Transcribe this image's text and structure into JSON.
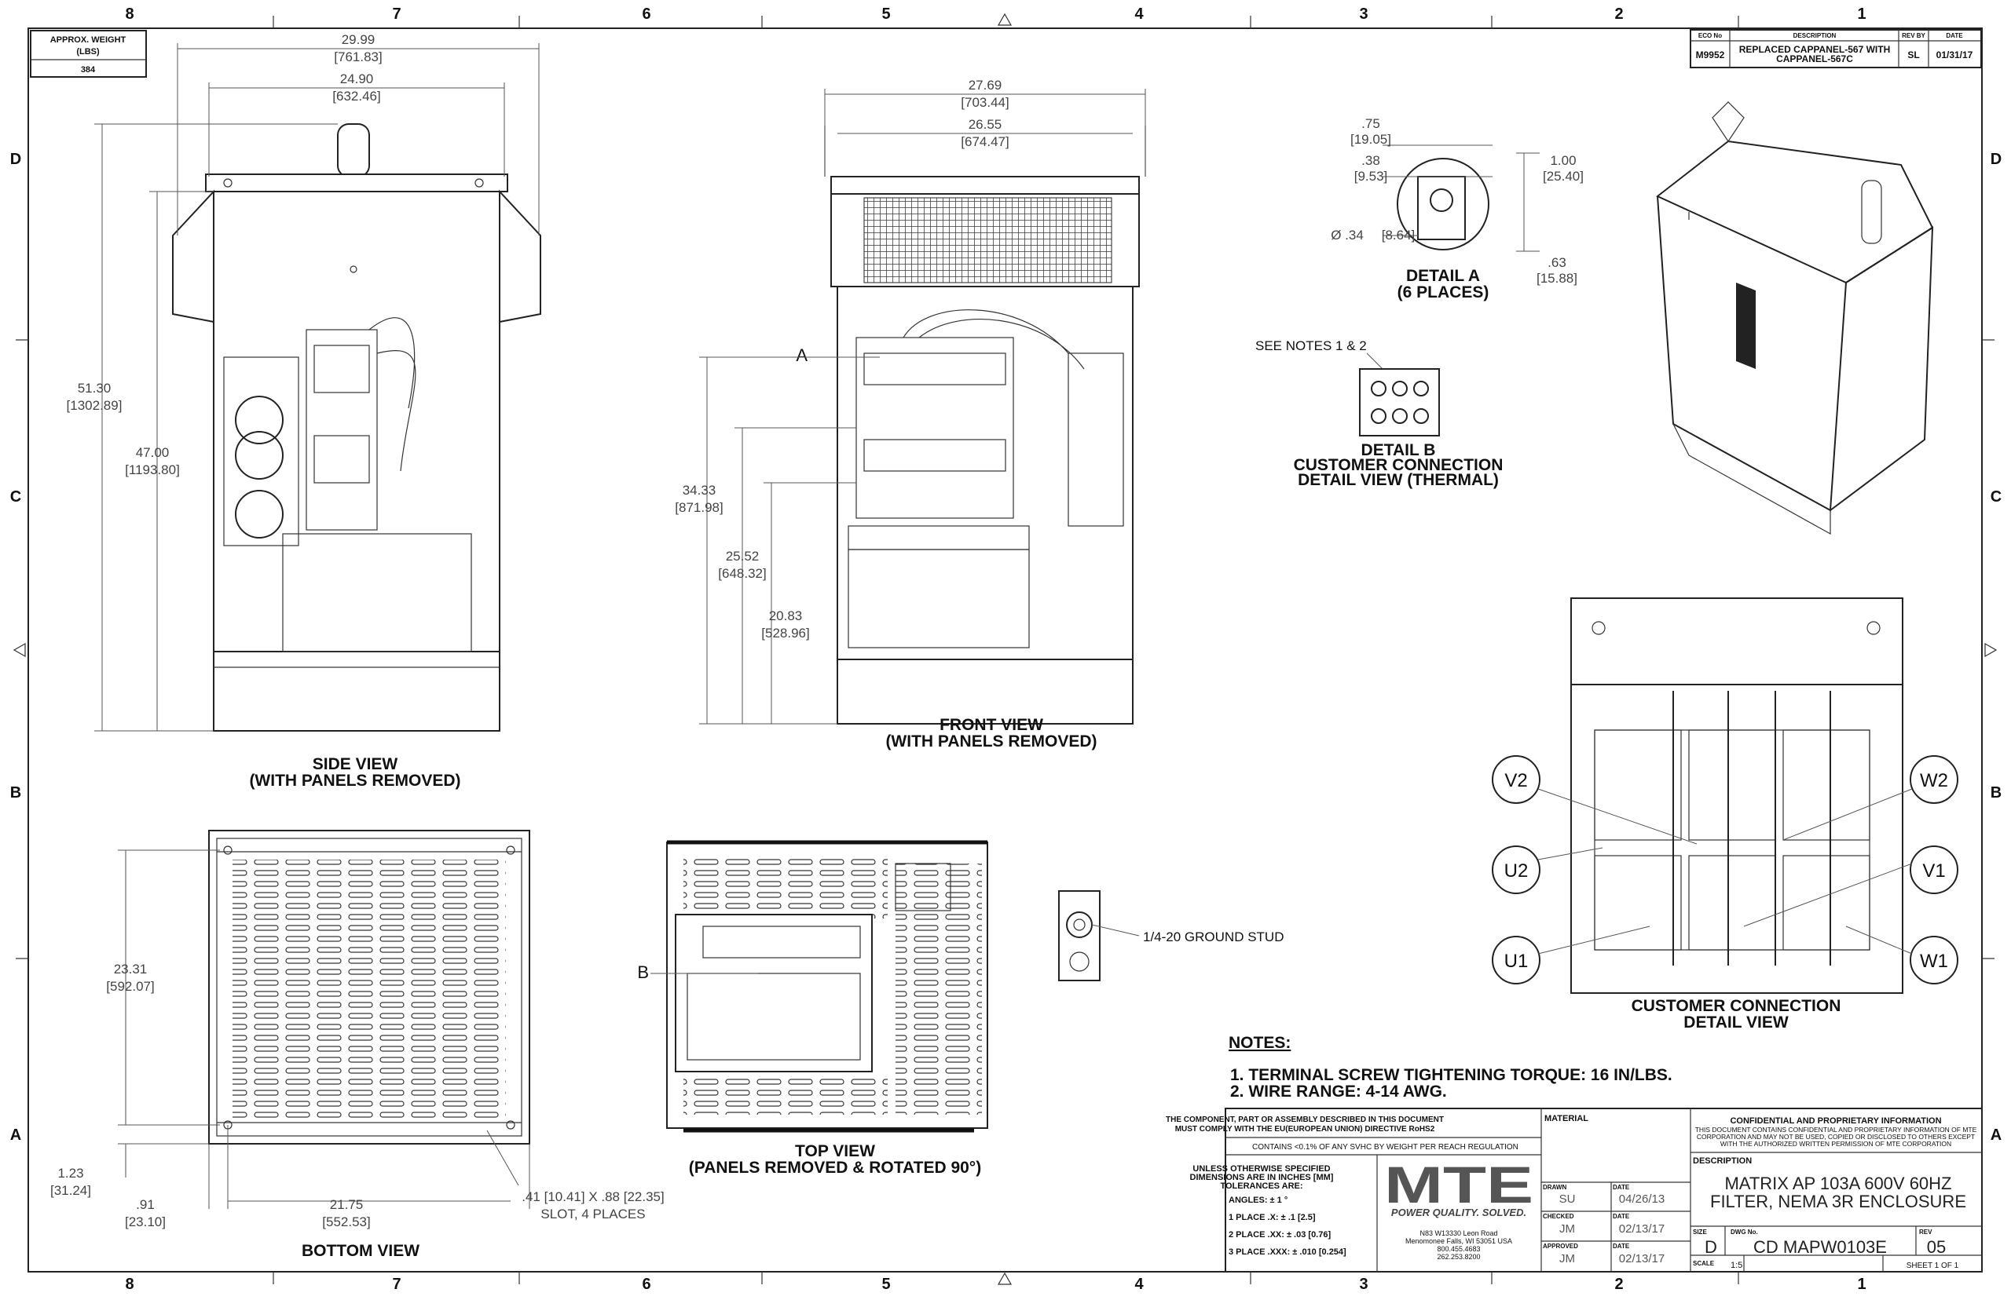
{
  "zones": {
    "columns": [
      "8",
      "7",
      "6",
      "5",
      "4",
      "3",
      "2",
      "1"
    ],
    "rows": [
      "D",
      "C",
      "B",
      "A"
    ]
  },
  "weight_box": {
    "label": "APPROX. WEIGHT (LBS)",
    "label_line1": "APPROX. WEIGHT",
    "label_line2": "(LBS)",
    "value": "384"
  },
  "revision_block": {
    "headers": [
      "ECO No",
      "DESCRIPTION",
      "REV BY",
      "DATE"
    ],
    "row": {
      "eco": "M9952",
      "desc_line1": "REPLACED CAPPANEL-567 WITH",
      "desc_line2": "CAPPANEL-567C",
      "rev_by": "SL",
      "date": "01/31/17"
    }
  },
  "side_view": {
    "title_line1": "SIDE VIEW",
    "title_line2": "(WITH PANELS REMOVED)",
    "dims": [
      {
        "in": "29.99",
        "mm": "[761.83]"
      },
      {
        "in": "24.90",
        "mm": "[632.46]"
      },
      {
        "in": "51.30",
        "mm": "[1302.89]"
      },
      {
        "in": "47.00",
        "mm": "[1193.80]"
      }
    ]
  },
  "front_view": {
    "title_line1": "FRONT VIEW",
    "title_line2": "(WITH PANELS REMOVED)",
    "callout": "A",
    "dims": [
      {
        "in": "27.69",
        "mm": "[703.44]"
      },
      {
        "in": "26.55",
        "mm": "[674.47]"
      },
      {
        "in": "34.33",
        "mm": "[871.98]"
      },
      {
        "in": "25.52",
        "mm": "[648.32]"
      },
      {
        "in": "20.83",
        "mm": "[528.96]"
      }
    ]
  },
  "bottom_view": {
    "title": "BOTTOM VIEW",
    "dims": [
      {
        "in": "23.31",
        "mm": "[592.07]"
      },
      {
        "in": "1.23",
        "mm": "[31.24]"
      },
      {
        "in": ".91",
        "mm": "[23.10]"
      },
      {
        "in": "21.75",
        "mm": "[552.53]"
      }
    ],
    "slot_line1": ".41 [10.41] X .88 [22.35]",
    "slot_line2": "SLOT, 4 PLACES"
  },
  "top_view": {
    "title_line1": "TOP VIEW",
    "title_line2": "(PANELS REMOVED & ROTATED 90°)",
    "callout": "B"
  },
  "ground_stud": {
    "label": "1/4-20 GROUND STUD"
  },
  "detail_a": {
    "title_line1": "DETAIL A",
    "title_line2": "(6 PLACES)",
    "dims": [
      {
        "in": ".75",
        "mm": "[19.05]"
      },
      {
        "in": ".38",
        "mm": "[9.53]"
      },
      {
        "in": "Ø .34",
        "mm": "[8.64]"
      },
      {
        "in": "1.00",
        "mm": "[25.40]"
      },
      {
        "in": ".63",
        "mm": "[15.88]"
      }
    ]
  },
  "detail_b": {
    "see_notes": "SEE NOTES 1 & 2",
    "title_line1": "DETAIL B",
    "title_line2": "CUSTOMER CONNECTION",
    "title_line3": "DETAIL VIEW (THERMAL)"
  },
  "customer_connection": {
    "title_line1": "CUSTOMER CONNECTION",
    "title_line2": "DETAIL VIEW",
    "terminals": [
      "V2",
      "U2",
      "U1",
      "W2",
      "V1",
      "W1"
    ]
  },
  "notes": {
    "heading": "NOTES:",
    "items": [
      "1.  TERMINAL SCREW TIGHTENING TORQUE: 16 IN/LBS.",
      "2.  WIRE RANGE: 4-14 AWG."
    ]
  },
  "title_block": {
    "rohs_line1": "THE COMPONENT, PART OR ASSEMBLY DESCRIBED IN THIS DOCUMENT",
    "rohs_line2": "MUST COMPLY WITH THE EU(EUROPEAN UNION) DIRECTIVE RoHS2",
    "reach": "CONTAINS <0.1% OF ANY SVHC BY WEIGHT PER REACH REGULATION",
    "tol_line1": "UNLESS OTHERWISE SPECIFIED",
    "tol_line2": "DIMENSIONS ARE IN INCHES [MM]",
    "tol_line3": "TOLERANCES ARE:",
    "angles": "ANGLES: ± 1 °",
    "place1": "1 PLACE .X: ± .1 [2.5]",
    "place2": "2 PLACE .XX: ± .03 [0.76]",
    "place3": "3 PLACE .XXX: ± .010 [0.254]",
    "logo": "MTE",
    "tagline": "POWER QUALITY. SOLVED.",
    "address": [
      "N83 W13330 Leon Road",
      "Menomonee Falls, WI 53051 USA",
      "800.455.4683",
      "262.253.8200"
    ],
    "material_label": "MATERIAL",
    "drawn_label": "DRAWN",
    "drawn_by": "SU",
    "drawn_date": "04/26/13",
    "checked_label": "CHECKED",
    "checked_by": "JM",
    "checked_date": "02/13/17",
    "approved_label": "APPROVED",
    "approved_by": "JM",
    "approved_date": "02/13/17",
    "date_label": "DATE",
    "conf_title": "CONFIDENTIAL AND PROPRIETARY INFORMATION",
    "conf_line1": "THIS DOCUMENT CONTAINS CONFIDENTIAL AND PROPRIETARY INFORMATION OF MTE",
    "conf_line2": "CORPORATION AND MAY NOT BE USED, COPIED OR DISCLOSED TO OTHERS EXCEPT",
    "conf_line3": "WITH THE AUTHORIZED WRITTEN PERMISSION OF MTE CORPORATION",
    "description_label": "DESCRIPTION",
    "description_line1": "MATRIX AP 103A 600V 60HZ",
    "description_line2": "FILTER, NEMA 3R ENCLOSURE",
    "size_label": "SIZE",
    "size": "D",
    "dwg_label": "DWG No.",
    "dwg_no": "CD MAPW0103E",
    "rev_label": "REV",
    "rev": "05",
    "scale_label": "SCALE",
    "scale": "1:5",
    "sheet": "SHEET 1  OF 1"
  }
}
